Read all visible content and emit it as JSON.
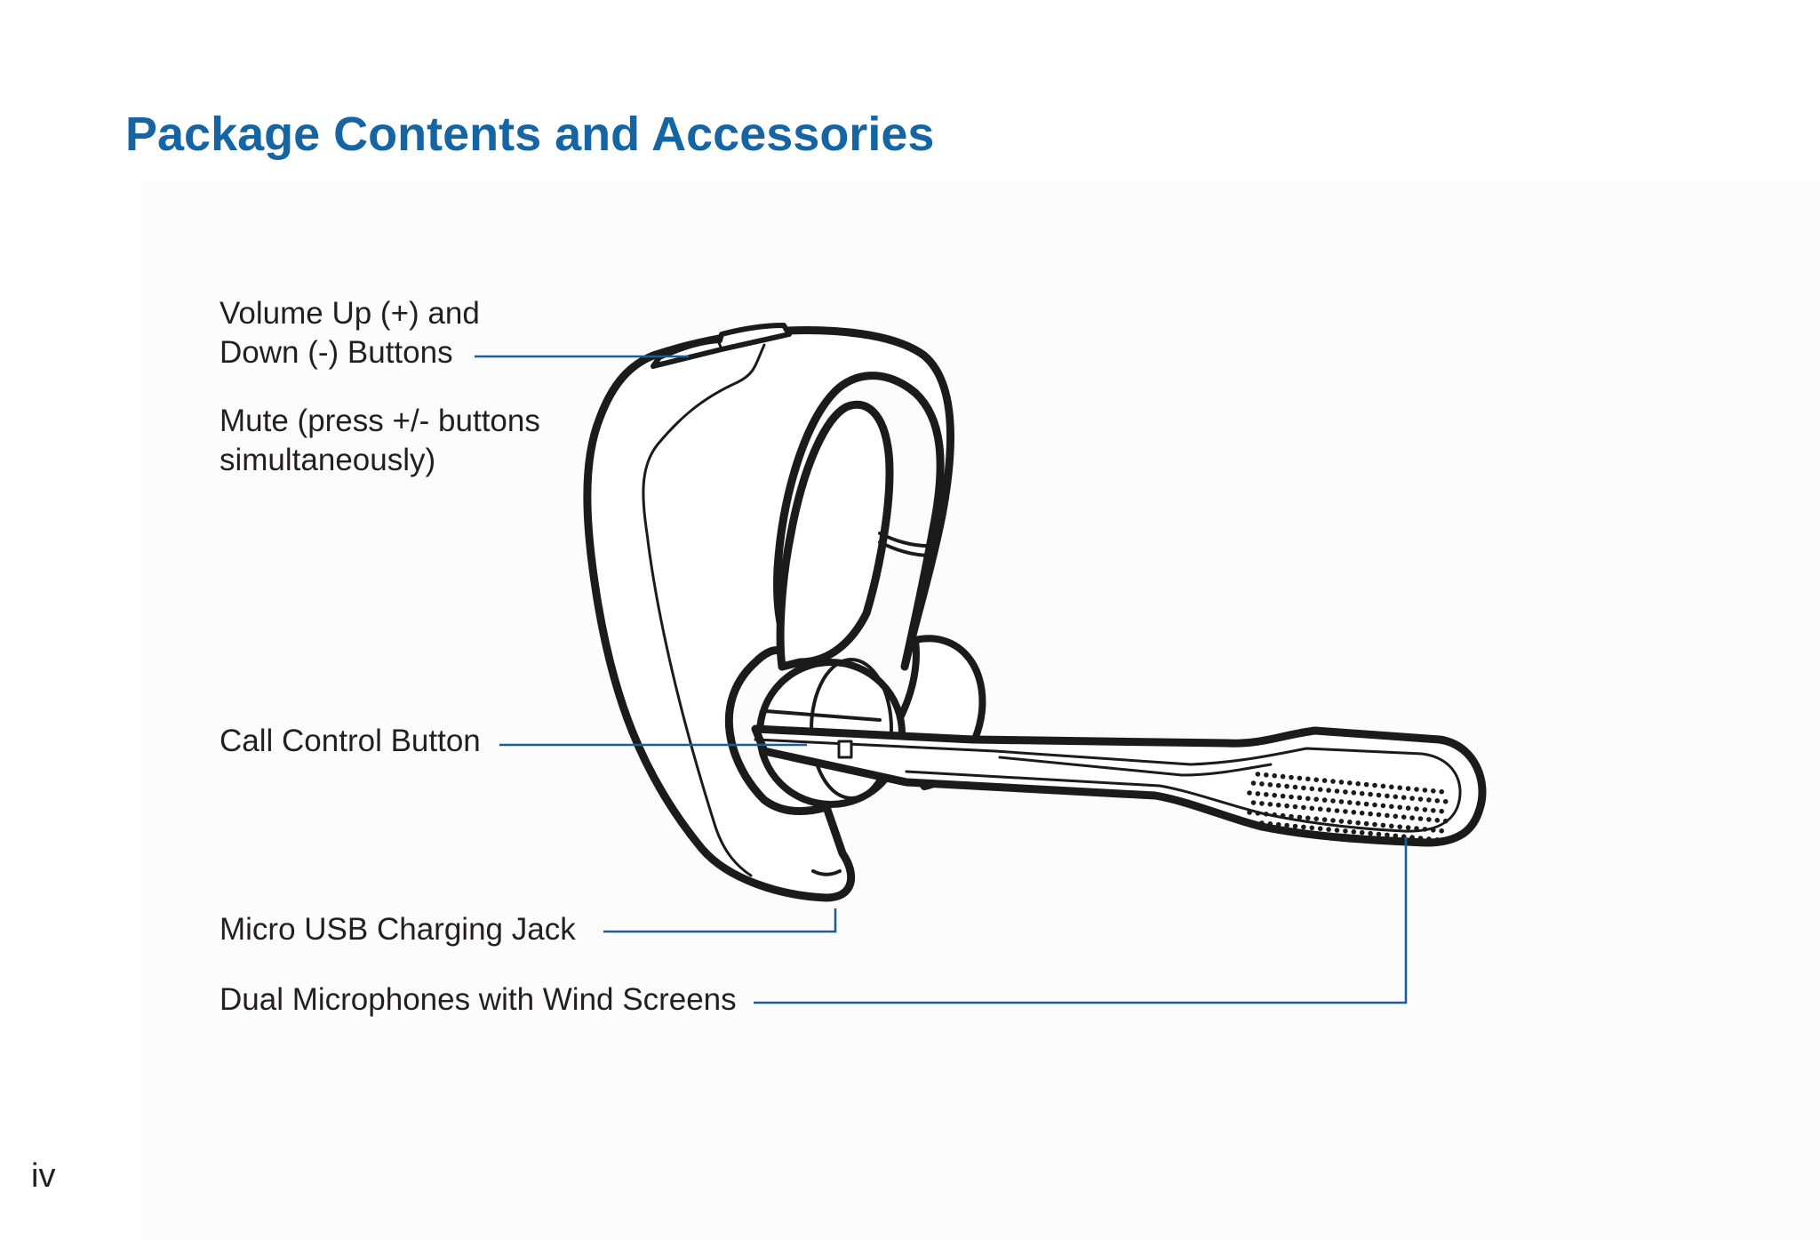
{
  "document": {
    "title": "Package Contents and Accessories",
    "page_number": "iv"
  },
  "callouts": {
    "volume": {
      "line1": "Volume Up (+) and",
      "line2": "Down (-) Buttons"
    },
    "mute": {
      "line1": "Mute (press +/- buttons",
      "line2": "simultaneously)"
    },
    "call_control": "Call Control Button",
    "micro_usb": "Micro USB Charging Jack",
    "microphones": "Dual Microphones with Wind Screens"
  },
  "colors": {
    "heading": "#1565a4",
    "leader_line": "#1a5f9a",
    "text": "#231f20",
    "drawing_stroke": "#1b1b1b"
  }
}
